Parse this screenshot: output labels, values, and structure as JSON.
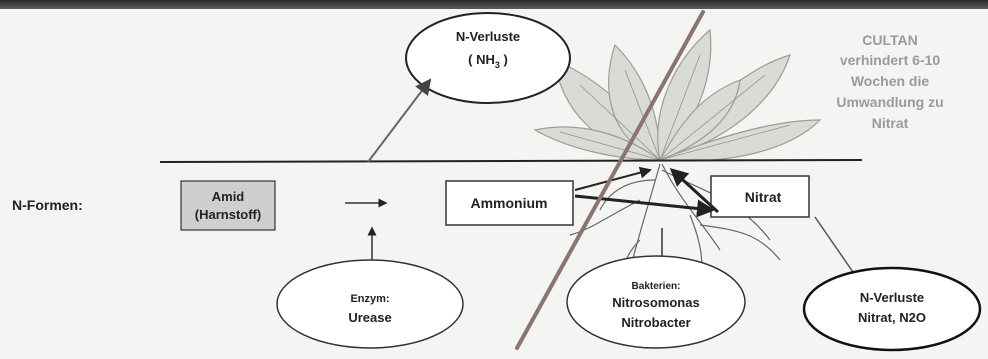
{
  "loss_top": {
    "line1": "N-Verluste",
    "line2": "( NH",
    "sub": "3",
    "line2_end": " )"
  },
  "cultan_note": [
    "CULTAN",
    "verhindert 6-10",
    "Wochen die",
    "Umwandlung zu",
    "Nitrat"
  ],
  "row_label": "N-Formen:",
  "amid_box": {
    "line1": "Amid",
    "line2": "(Harnstoff)"
  },
  "ammonium_box": "Ammonium",
  "nitrat_box": "Nitrat",
  "enzyme": {
    "line1": "Enzym:",
    "line2": "Urease"
  },
  "bacteria": {
    "line1": "Bakterien:",
    "line2": "Nitrosomonas",
    "line3": "Nitrobacter"
  },
  "loss_right": {
    "line1": "N-Verluste",
    "line2": "Nitrat, N2O"
  },
  "colors": {
    "amid_fill": "#cfcfcf",
    "cultan_text": "#9a9a9a",
    "strike": "#8a7474",
    "leaf": "#d9dcd6"
  }
}
